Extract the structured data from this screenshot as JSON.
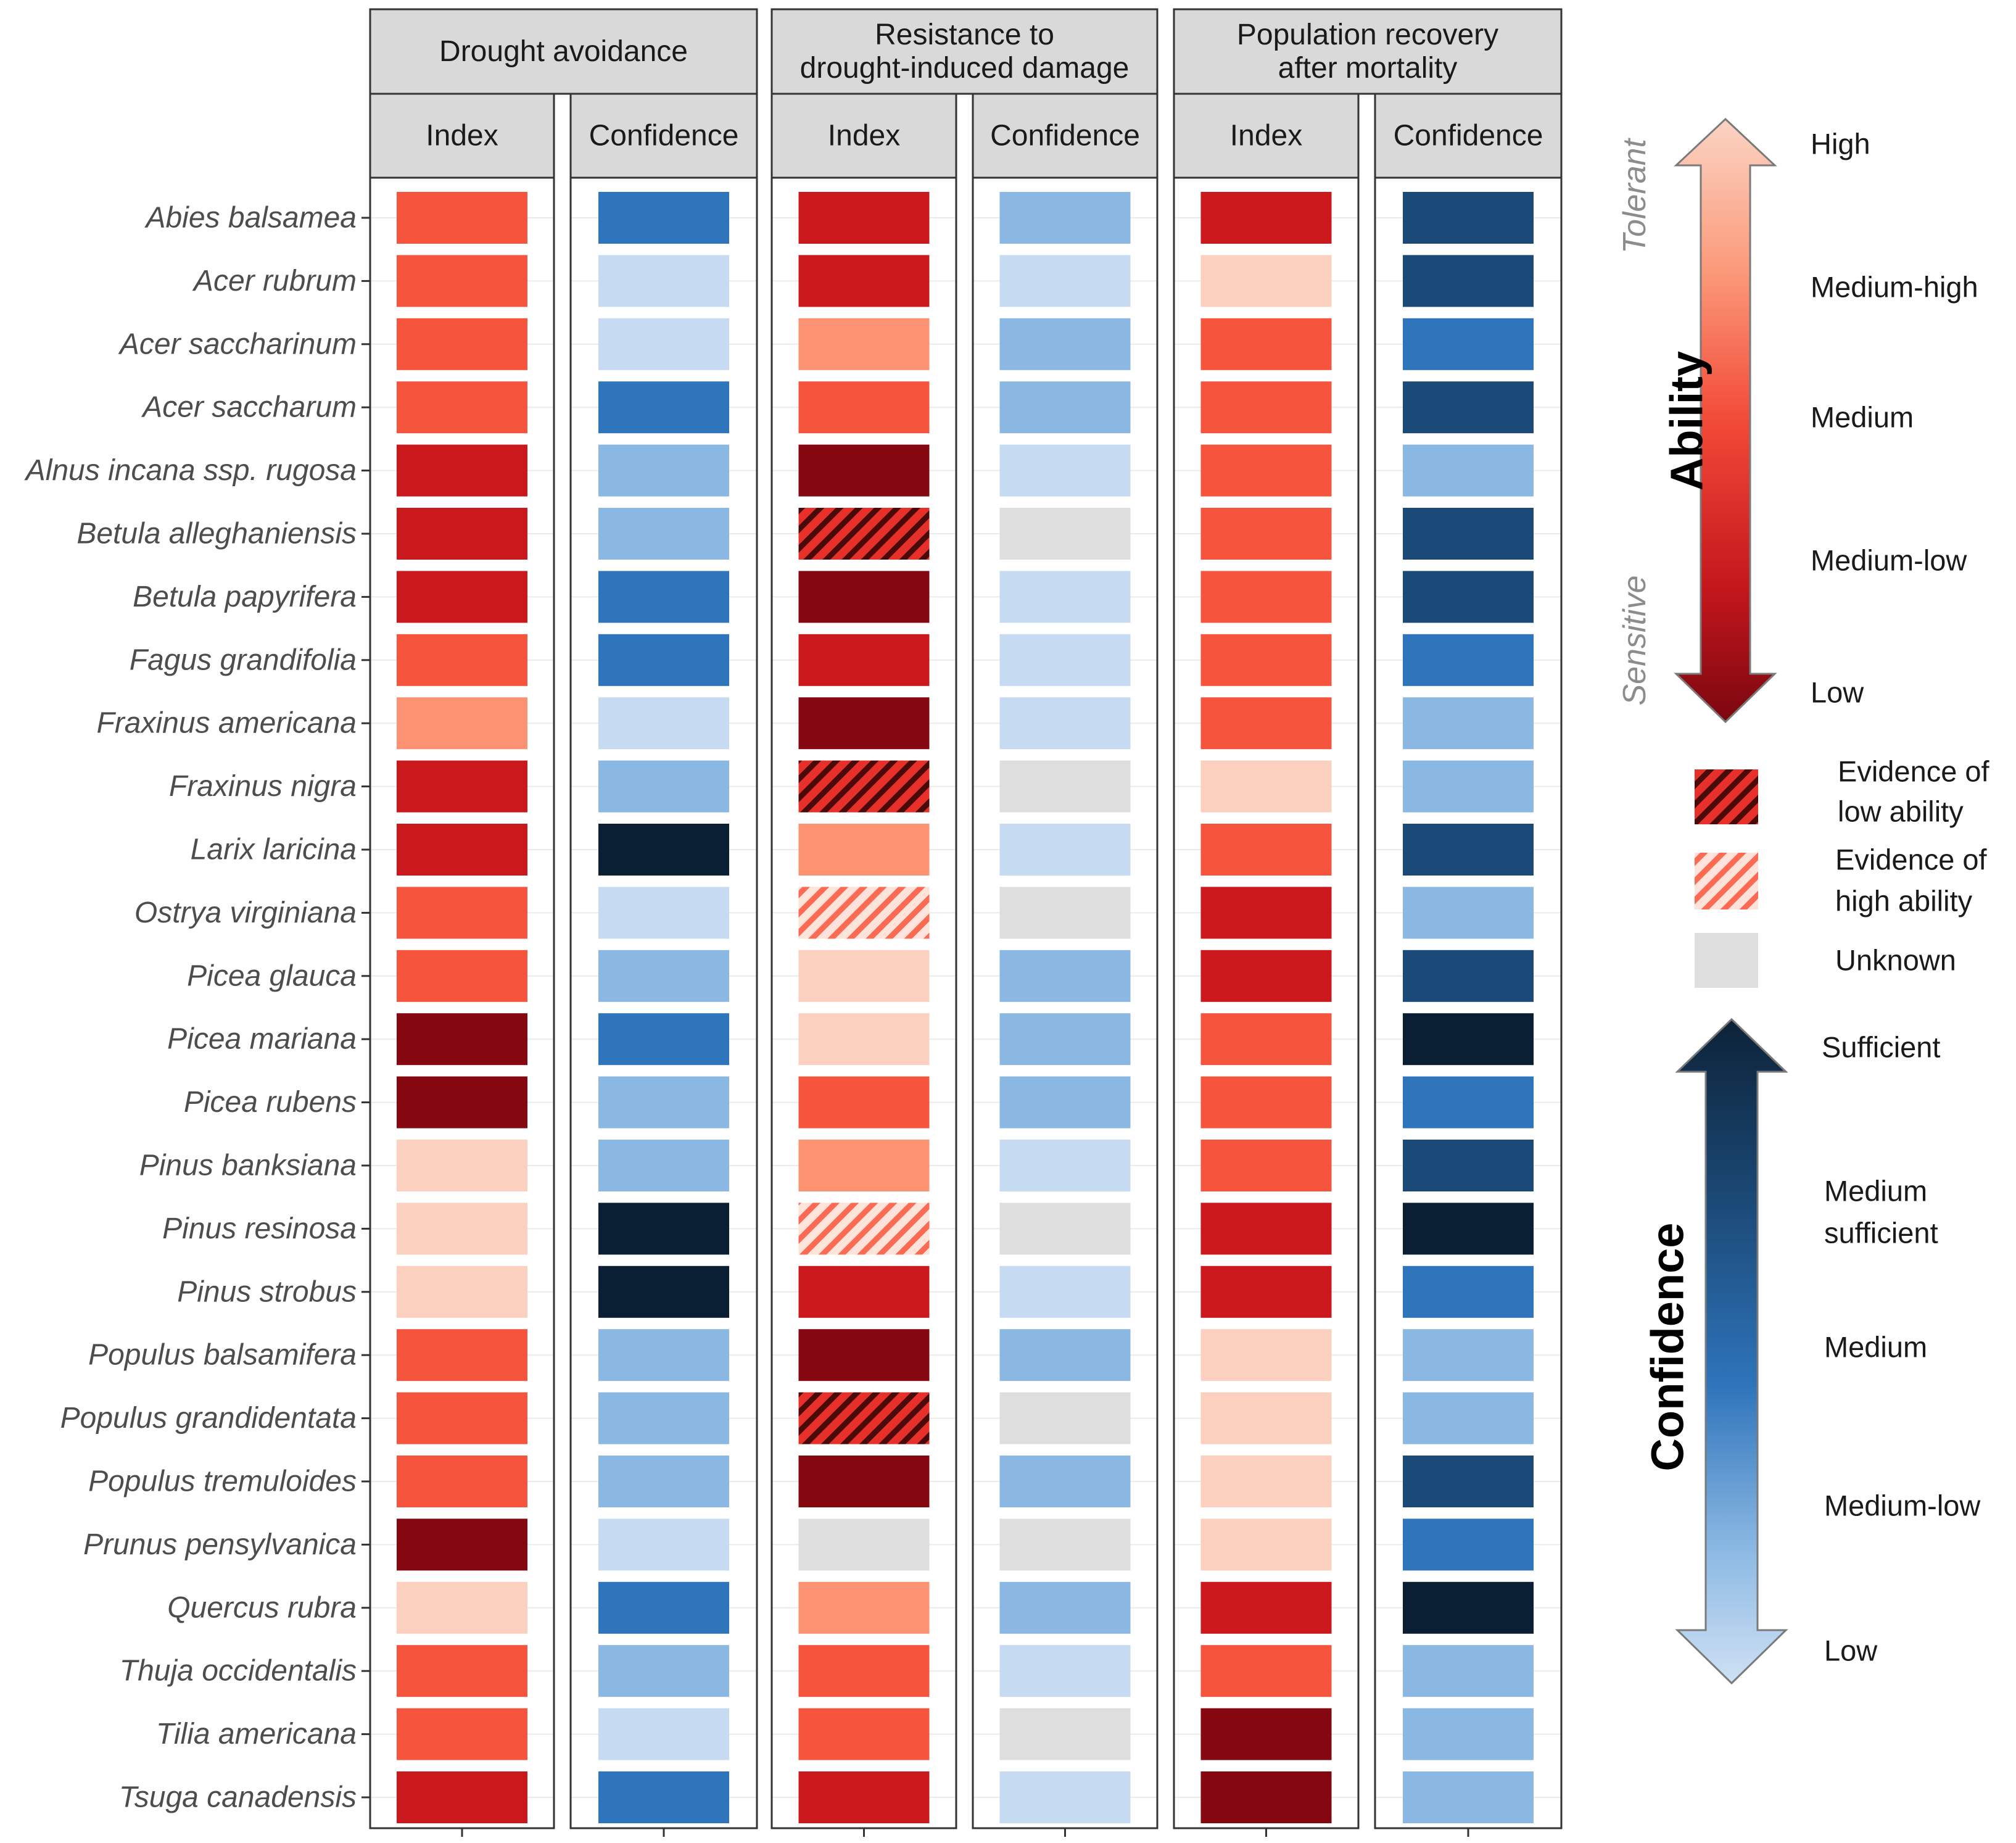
{
  "chart_data": {
    "type": "heatmap",
    "groups": [
      {
        "title_lines": [
          "Drought avoidance"
        ]
      },
      {
        "title_lines": [
          "Resistance to",
          "drought-induced damage"
        ]
      },
      {
        "title_lines": [
          "Population recovery",
          "after mortality"
        ]
      }
    ],
    "subcolumns": [
      "Index",
      "Confidence"
    ],
    "species": [
      "Abies balsamea",
      "Acer rubrum",
      "Acer saccharinum",
      "Acer saccharum",
      "Alnus incana ssp. rugosa",
      "Betula alleghaniensis",
      "Betula papyrifera",
      "Fagus grandifolia",
      "Fraxinus americana",
      "Fraxinus nigra",
      "Larix laricina",
      "Ostrya virginiana",
      "Picea glauca",
      "Picea mariana",
      "Picea rubens",
      "Pinus banksiana",
      "Pinus resinosa",
      "Pinus strobus",
      "Populus balsamifera",
      "Populus grandidentata",
      "Populus tremuloides",
      "Prunus pensylvanica",
      "Quercus rubra",
      "Thuja occidentalis",
      "Tilia americana",
      "Tsuga canadensis"
    ],
    "ability_levels": [
      "High",
      "Medium-high",
      "Medium",
      "Medium-low",
      "Low"
    ],
    "confidence_levels": [
      "Sufficient",
      "Medium sufficient",
      "Medium",
      "Medium-low",
      "Low"
    ],
    "ability_colors": {
      "High": "#fbd0bf",
      "Medium-high": "#fc9272",
      "Medium": "#f5553d",
      "Medium-low": "#cb181d",
      "Low": "#85070f"
    },
    "confidence_colors": {
      "Sufficient": "#0a1f33",
      "Medium sufficient": "#1c4a78",
      "Medium": "#2e75bb",
      "Medium-low": "#8ab8e3",
      "Low": "#c6dbf1"
    },
    "unknown_color": "#dedede",
    "data": {
      "drought_avoidance_index": [
        "Medium",
        "Medium",
        "Medium",
        "Medium",
        "Medium-low",
        "Medium-low",
        "Medium-low",
        "Medium",
        "Medium-high",
        "Medium-low",
        "Medium-low",
        "Medium",
        "Medium",
        "Low",
        "Low",
        "High",
        "High",
        "High",
        "Medium",
        "Medium",
        "Medium",
        "Low",
        "High",
        "Medium",
        "Medium",
        "Medium-low"
      ],
      "drought_avoidance_confidence": [
        "Medium",
        "Low",
        "Low",
        "Medium",
        "Medium-low",
        "Medium-low",
        "Medium",
        "Medium",
        "Low",
        "Medium-low",
        "Sufficient",
        "Low",
        "Medium-low",
        "Medium",
        "Medium-low",
        "Medium-low",
        "Sufficient",
        "Sufficient",
        "Medium-low",
        "Medium-low",
        "Medium-low",
        "Low",
        "Medium",
        "Medium-low",
        "Low",
        "Medium"
      ],
      "resistance_index": [
        "Medium-low",
        "Medium-low",
        "Medium-high",
        "Medium",
        "Low",
        "Evidence of low ability",
        "Low",
        "Medium-low",
        "Low",
        "Evidence of low ability",
        "Medium-high",
        "Evidence of high ability",
        "High",
        "High",
        "Medium",
        "Medium-high",
        "Evidence of high ability",
        "Medium-low",
        "Low",
        "Evidence of low ability",
        "Low",
        "Unknown",
        "Medium-high",
        "Medium",
        "Medium",
        "Medium-low"
      ],
      "resistance_confidence": [
        "Medium-low",
        "Low",
        "Medium-low",
        "Medium-low",
        "Low",
        "Unknown",
        "Low",
        "Low",
        "Low",
        "Unknown",
        "Low",
        "Unknown",
        "Medium-low",
        "Medium-low",
        "Medium-low",
        "Low",
        "Unknown",
        "Low",
        "Medium-low",
        "Unknown",
        "Medium-low",
        "Unknown",
        "Medium-low",
        "Low",
        "Unknown",
        "Low"
      ],
      "recovery_index": [
        "Medium-low",
        "High",
        "Medium",
        "Medium",
        "Medium",
        "Medium",
        "Medium",
        "Medium",
        "Medium",
        "High",
        "Medium",
        "Medium-low",
        "Medium-low",
        "Medium",
        "Medium",
        "Medium",
        "Medium-low",
        "Medium-low",
        "High",
        "High",
        "High",
        "High",
        "Medium-low",
        "Medium",
        "Low",
        "Low"
      ],
      "recovery_confidence": [
        "Medium sufficient",
        "Medium sufficient",
        "Medium",
        "Medium sufficient",
        "Medium-low",
        "Medium sufficient",
        "Medium sufficient",
        "Medium",
        "Medium-low",
        "Medium-low",
        "Medium sufficient",
        "Medium-low",
        "Medium sufficient",
        "Sufficient",
        "Medium",
        "Medium sufficient",
        "Sufficient",
        "Medium",
        "Medium-low",
        "Medium-low",
        "Medium sufficient",
        "Medium",
        "Sufficient",
        "Medium-low",
        "Medium-low",
        "Medium-low"
      ]
    },
    "legend": {
      "ability_title": "Ability",
      "ability_top_side": "Tolerant",
      "ability_bottom_side": "Sensitive",
      "confidence_title": "Confidence",
      "patterns": [
        {
          "key": "low",
          "lines": [
            "Evidence of",
            "low ability"
          ]
        },
        {
          "key": "high",
          "lines": [
            "Evidence of",
            "high ability"
          ]
        },
        {
          "key": "unknown",
          "lines": [
            "Unknown"
          ]
        }
      ],
      "confidence_level_lines": [
        [
          "Sufficient"
        ],
        [
          "Medium",
          "sufficient"
        ],
        [
          "Medium"
        ],
        [
          "Medium-low"
        ],
        [
          "Low"
        ]
      ]
    }
  }
}
